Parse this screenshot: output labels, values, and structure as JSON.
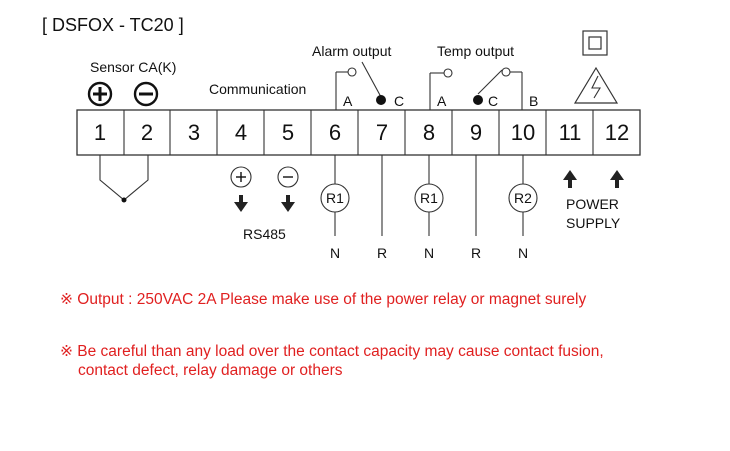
{
  "title": "[ DSFOX - TC20 ]",
  "labels": {
    "sensor": "Sensor CA(K)",
    "communication": "Communication",
    "alarm_output": "Alarm output",
    "temp_output": "Temp output",
    "rs485": "RS485",
    "power": "POWER",
    "supply": "SUPPLY"
  },
  "terminals": [
    "1",
    "2",
    "3",
    "4",
    "5",
    "6",
    "7",
    "8",
    "9",
    "10",
    "11",
    "12"
  ],
  "contacts": {
    "a": "A",
    "c": "C",
    "b": "B"
  },
  "relays": [
    "R1",
    "R1",
    "R2"
  ],
  "bottom_letters": [
    "N",
    "R",
    "N",
    "R",
    "N"
  ],
  "signs": {
    "plus": "+",
    "minus": "−",
    "up_arrow": "⬆",
    "down_arrow": "⬇"
  },
  "notes": [
    "※ Output : 250VAC 2A Please make use of the power relay or magnet surely",
    "※ Be careful than any load over the contact capacity may cause  contact fusion,",
    "contact defect, relay damage or others"
  ],
  "colors": {
    "note_red": "#e02020",
    "text": "#111111"
  },
  "icons": [
    "double-insulation-icon",
    "high-voltage-warning-icon"
  ]
}
